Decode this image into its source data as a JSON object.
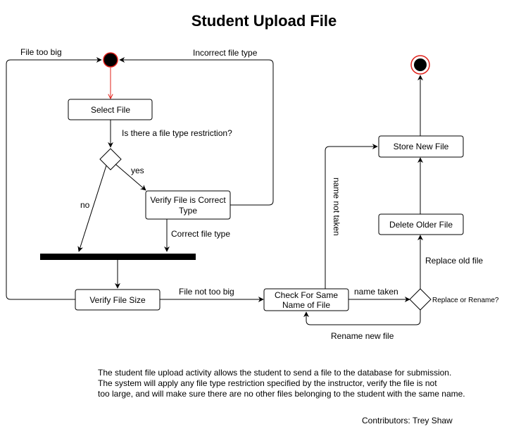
{
  "title": "Student Upload File",
  "nodes": {
    "select_file": "Select File",
    "verify_type_line1": "Verify File is Correct",
    "verify_type_line2": "Type",
    "verify_size": "Verify File Size",
    "check_name_line1": "Check For Same",
    "check_name_line2": "Name of File",
    "delete_older": "Delete Older File",
    "store_new": "Store New File"
  },
  "decisions": {
    "type_restriction": "Is there a file type restriction?",
    "replace_or_rename": "Replace or Rename?"
  },
  "edge_labels": {
    "file_too_big": "File too big",
    "incorrect_type": "Incorrect file type",
    "yes": "yes",
    "no": "no",
    "correct_type": "Correct file type",
    "not_too_big": "File not too big",
    "name_taken": "name taken",
    "name_not_taken": "name not taken",
    "replace_old": "Replace old file",
    "rename_new": "Rename new file"
  },
  "description": [
    "The student file upload activity allows the student to send a file to the database for submission.",
    "The system will apply any file type restriction specified by the instructor, verify the file is not",
    "too large, and will make sure there are no other files belonging to the student with the same name."
  ],
  "contributors": "Contributors: Trey Shaw",
  "colors": {
    "accent_red": "#e0201a",
    "line": "#000000"
  }
}
